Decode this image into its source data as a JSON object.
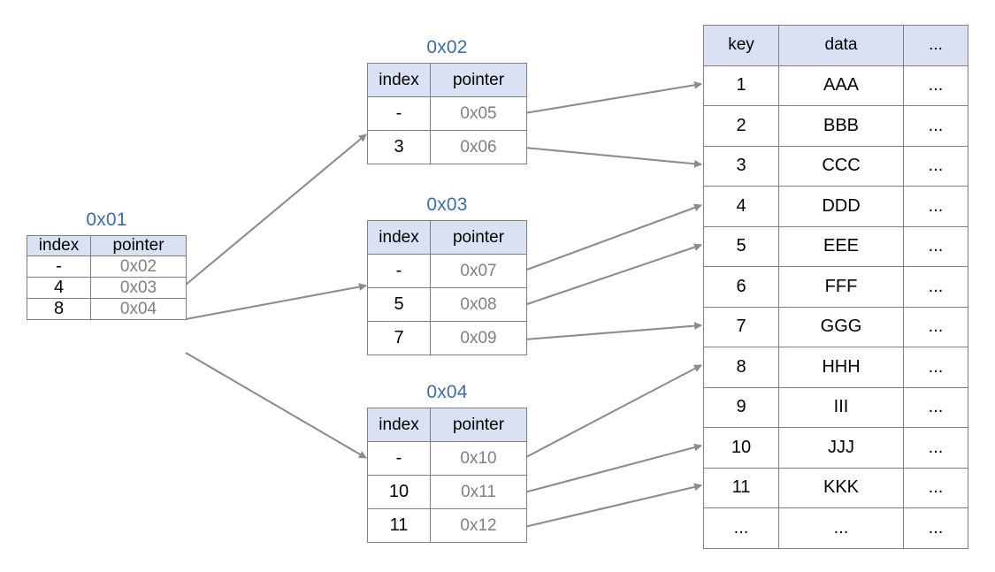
{
  "diagram": {
    "title_color": "#3B6EA8",
    "header_fill": "#D9E1F2",
    "border_color": "#7F7F7F",
    "pointer_text_color": "#808080",
    "arrow_color": "#8C8C8C"
  },
  "root_node": {
    "title": "0x01",
    "columns": [
      "index",
      "pointer"
    ],
    "rows": [
      {
        "index": "-",
        "pointer": "0x02"
      },
      {
        "index": "4",
        "pointer": "0x03"
      },
      {
        "index": "8",
        "pointer": "0x04"
      }
    ]
  },
  "child_nodes": [
    {
      "title": "0x02",
      "columns": [
        "index",
        "pointer"
      ],
      "rows": [
        {
          "index": "-",
          "pointer": "0x05"
        },
        {
          "index": "3",
          "pointer": "0x06"
        }
      ]
    },
    {
      "title": "0x03",
      "columns": [
        "index",
        "pointer"
      ],
      "rows": [
        {
          "index": "-",
          "pointer": "0x07"
        },
        {
          "index": "5",
          "pointer": "0x08"
        },
        {
          "index": "7",
          "pointer": "0x09"
        }
      ]
    },
    {
      "title": "0x04",
      "columns": [
        "index",
        "pointer"
      ],
      "rows": [
        {
          "index": "-",
          "pointer": "0x10"
        },
        {
          "index": "10",
          "pointer": "0x11"
        },
        {
          "index": "11",
          "pointer": "0x12"
        }
      ]
    }
  ],
  "data_table": {
    "columns": [
      "key",
      "data",
      "..."
    ],
    "rows": [
      {
        "key": "1",
        "data": "AAA",
        "etc": "..."
      },
      {
        "key": "2",
        "data": "BBB",
        "etc": "..."
      },
      {
        "key": "3",
        "data": "CCC",
        "etc": "..."
      },
      {
        "key": "4",
        "data": "DDD",
        "etc": "..."
      },
      {
        "key": "5",
        "data": "EEE",
        "etc": "..."
      },
      {
        "key": "6",
        "data": "FFF",
        "etc": "..."
      },
      {
        "key": "7",
        "data": "GGG",
        "etc": "..."
      },
      {
        "key": "8",
        "data": "HHH",
        "etc": "..."
      },
      {
        "key": "9",
        "data": "III",
        "etc": "..."
      },
      {
        "key": "10",
        "data": "JJJ",
        "etc": "..."
      },
      {
        "key": "11",
        "data": "KKK",
        "etc": "..."
      },
      {
        "key": "...",
        "data": "...",
        "etc": "..."
      }
    ]
  }
}
